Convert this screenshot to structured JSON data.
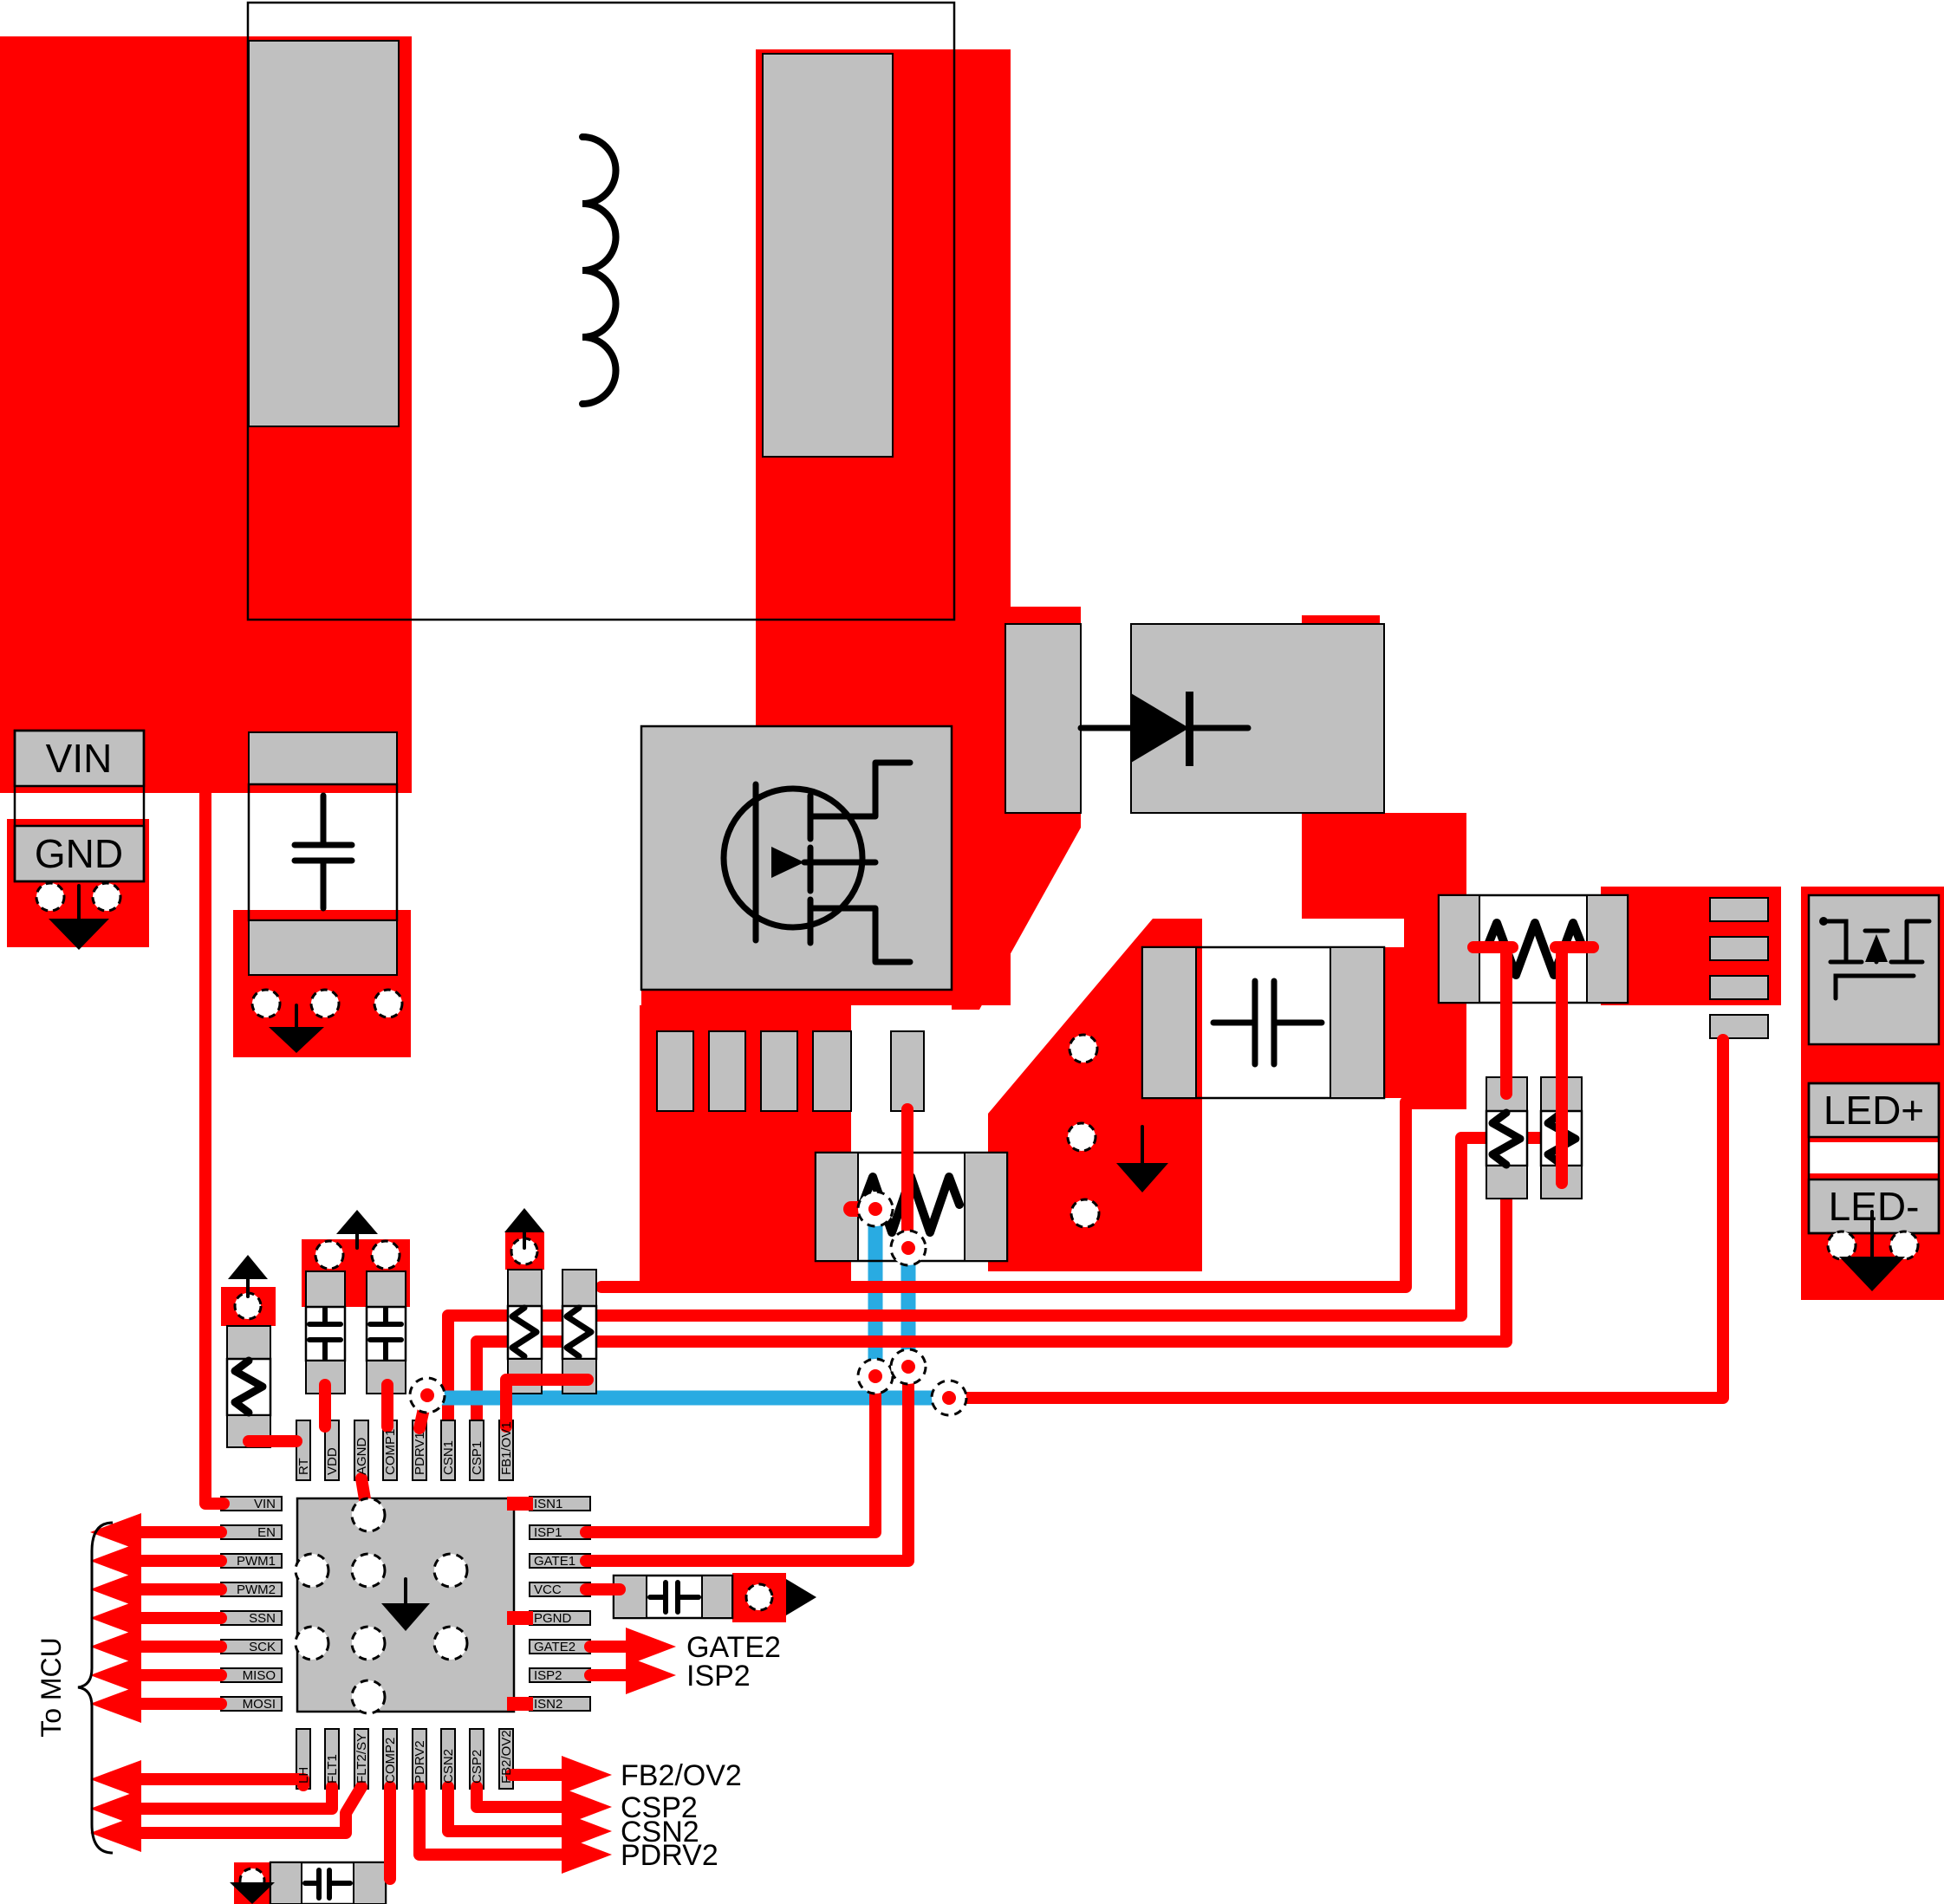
{
  "diagram_type": "pcb-layout",
  "colors": {
    "copper_top": "#FF0000",
    "trace_bottom_layer": "#29ABE2",
    "pad": "#C0C0C0",
    "silkscreen": "#000000"
  },
  "connectors": {
    "vin": "VIN",
    "gnd": "GND",
    "led_plus": "LED+",
    "led_minus": "LED-"
  },
  "annotations": {
    "to_mcu": "To MCU"
  },
  "ic": {
    "pins_left": [
      "VIN",
      "EN",
      "PWM1",
      "PWM2",
      "SSN",
      "SCK",
      "MISO",
      "MOSI"
    ],
    "pins_top": [
      "RT",
      "VDD",
      "AGND",
      "COMP1",
      "PDRV1",
      "CSN1",
      "CSP1",
      "FB1/OV1"
    ],
    "pins_right": [
      "ISN1",
      "ISP1",
      "GATE1",
      "VCC",
      "PGND",
      "GATE2",
      "ISP2",
      "ISN2"
    ],
    "pins_bottom": [
      "LH",
      "FLT1",
      "FLT2/SY",
      "COMP2",
      "PDRV2",
      "CSN2",
      "CSP2",
      "FB2/OV2"
    ]
  },
  "breakouts": {
    "right": [
      "GATE2",
      "ISP2"
    ],
    "bottom": [
      "FB2/OV2",
      "CSP2",
      "CSN2",
      "PDRV2"
    ]
  }
}
